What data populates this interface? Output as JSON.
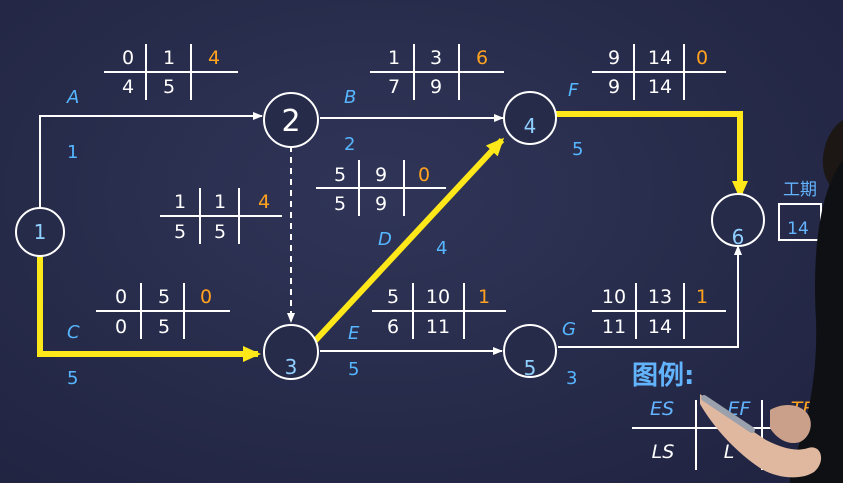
{
  "nodes": [
    {
      "id": "1",
      "label": "1"
    },
    {
      "id": "2",
      "label": "2"
    },
    {
      "id": "3",
      "label": "3"
    },
    {
      "id": "4",
      "label": "4"
    },
    {
      "id": "5",
      "label": "5"
    },
    {
      "id": "6",
      "label": "6"
    }
  ],
  "activities": [
    {
      "name": "A",
      "duration": "1",
      "ES": "0",
      "EF": "1",
      "TF": "4",
      "LS": "4",
      "LF": "5",
      "critical": false
    },
    {
      "name": "B",
      "duration": "2",
      "ES": "1",
      "EF": "3",
      "TF": "6",
      "LS": "7",
      "LF": "9",
      "critical": false
    },
    {
      "name": "C",
      "duration": "5",
      "ES": "0",
      "EF": "5",
      "TF": "0",
      "LS": "0",
      "LF": "5",
      "critical": true
    },
    {
      "name": "D",
      "duration": "4",
      "ES": "5",
      "EF": "9",
      "TF": "0",
      "LS": "5",
      "LF": "9",
      "critical": true
    },
    {
      "name": "E",
      "duration": "5",
      "ES": "5",
      "EF": "10",
      "TF": "1",
      "LS": "6",
      "LF": "11",
      "critical": false
    },
    {
      "name": "F",
      "duration": "5",
      "ES": "9",
      "EF": "14",
      "TF": "0",
      "LS": "9",
      "LF": "14",
      "critical": true
    },
    {
      "name": "G",
      "duration": "3",
      "ES": "10",
      "EF": "13",
      "TF": "1",
      "LS": "11",
      "LF": "14",
      "critical": false
    },
    {
      "name": "dummy 2-3",
      "duration": "",
      "ES": "1",
      "EF": "1",
      "TF": "4",
      "LS": "5",
      "LF": "5",
      "critical": false
    }
  ],
  "duration_box": {
    "label": "工期",
    "value": "14"
  },
  "legend": {
    "title": "图例:",
    "es": "ES",
    "ef": "EF",
    "tf": "TF",
    "ls": "LS",
    "lf": "L"
  },
  "colors": {
    "background": "#272b4a",
    "critical": "#ffe81a",
    "arrow": "#ffffff",
    "label": "#56b6ff",
    "free_float": "#ffa21f"
  }
}
